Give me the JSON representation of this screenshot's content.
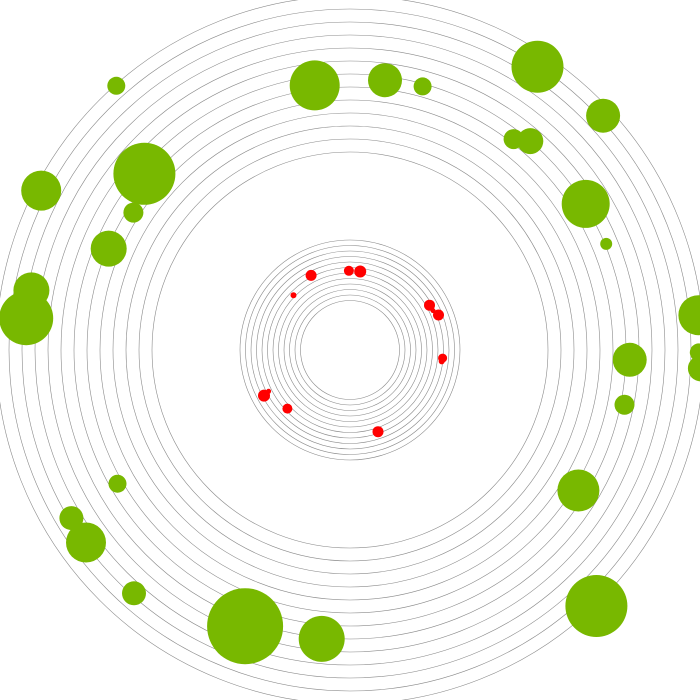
{
  "chart_data": {
    "type": "scatter",
    "subtype": "polar-bubble",
    "title": "",
    "grid": true,
    "colors": {
      "outer": "#78b800",
      "inner": "#ff0000",
      "rings": "#8a8a8a"
    },
    "inner_rings": 12,
    "outer_rings": 13,
    "series": [
      {
        "group": "outer",
        "points": [
          {
            "angle": 297.3,
            "ring": 12.5,
            "size": 20
          },
          {
            "angle": 318.5,
            "ring": 12.9,
            "size": 9
          },
          {
            "angle": 33.5,
            "ring": 11.9,
            "size": 26
          },
          {
            "angle": 47.2,
            "ring": 12.3,
            "size": 17
          },
          {
            "angle": 352.4,
            "ring": 6.3,
            "size": 25
          },
          {
            "angle": 7.4,
            "ring": 6.7,
            "size": 17
          },
          {
            "angle": 15.4,
            "ring": 6.8,
            "size": 9
          },
          {
            "angle": 37.8,
            "ring": 6.3,
            "size": 10
          },
          {
            "angle": 40.8,
            "ring": 7.0,
            "size": 13
          },
          {
            "angle": 58.2,
            "ring": 7.1,
            "size": 24
          },
          {
            "angle": 310.6,
            "ring": 6.6,
            "size": 31
          },
          {
            "angle": 302.4,
            "ring": 5.5,
            "size": 10
          },
          {
            "angle": 292.8,
            "ring": 5.9,
            "size": 18
          },
          {
            "angle": 67.5,
            "ring": 7.1,
            "size": 6
          },
          {
            "angle": 84.3,
            "ring": 12.7,
            "size": 20
          },
          {
            "angle": 90.4,
            "ring": 12.6,
            "size": 9
          },
          {
            "angle": 93.0,
            "ring": 12.8,
            "size": 13
          },
          {
            "angle": 92.0,
            "ring": 7.3,
            "size": 17
          },
          {
            "angle": 101.3,
            "ring": 7.3,
            "size": 10
          },
          {
            "angle": 121.6,
            "ring": 6.4,
            "size": 21
          },
          {
            "angle": 280.6,
            "ring": 10.7,
            "size": 18
          },
          {
            "angle": 275.6,
            "ring": 10.8,
            "size": 27
          },
          {
            "angle": 240.1,
            "ring": 6.4,
            "size": 9
          },
          {
            "angle": 238.9,
            "ring": 10.8,
            "size": 12
          },
          {
            "angle": 233.9,
            "ring": 10.9,
            "size": 20
          },
          {
            "angle": 221.6,
            "ring": 10.8,
            "size": 12
          },
          {
            "angle": 200.8,
            "ring": 8.5,
            "size": 38
          },
          {
            "angle": 185.6,
            "ring": 8.1,
            "size": 23
          },
          {
            "angle": 136.1,
            "ring": 13.1,
            "size": 31
          }
        ]
      },
      {
        "group": "inner",
        "points": [
          {
            "angle": 332.5,
            "ring": 7.3,
            "size": 5.5
          },
          {
            "angle": 314.1,
            "ring": 6.3,
            "size": 3
          },
          {
            "angle": 359.2,
            "ring": 6.4,
            "size": 5
          },
          {
            "angle": 7.4,
            "ring": 6.4,
            "size": 6
          },
          {
            "angle": 60.6,
            "ring": 8.6,
            "size": 5.5
          },
          {
            "angle": 64.6,
            "ring": 8.7,
            "size": 2.5
          },
          {
            "angle": 68.4,
            "ring": 9.3,
            "size": 5.5
          },
          {
            "angle": 95.0,
            "ring": 8.9,
            "size": 4.5
          },
          {
            "angle": 97.1,
            "ring": 8.8,
            "size": 3
          },
          {
            "angle": 161.1,
            "ring": 7.7,
            "size": 5.5
          },
          {
            "angle": 226.9,
            "ring": 7.6,
            "size": 5
          },
          {
            "angle": 243.1,
            "ring": 8.6,
            "size": 2.5
          },
          {
            "angle": 242.1,
            "ring": 9.7,
            "size": 6
          }
        ]
      }
    ]
  }
}
